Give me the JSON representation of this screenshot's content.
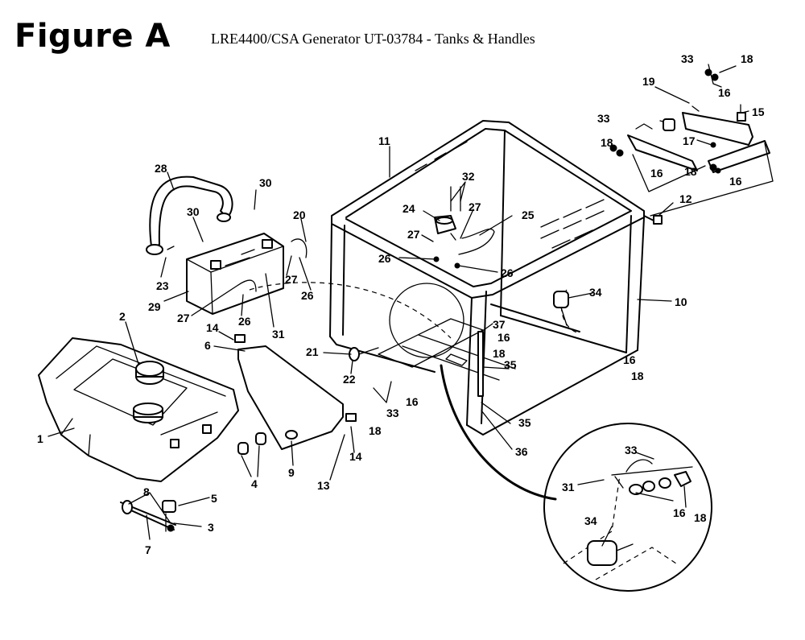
{
  "header": {
    "figure_label": "Figure A",
    "document_title": "LRE4400/CSA Generator UT-03784 - Tanks & Handles"
  },
  "part_numbers": {
    "p1": "1",
    "p2": "2",
    "p3": "3",
    "p4": "4",
    "p5": "5",
    "p6": "6",
    "p7": "7",
    "p8": "8",
    "p9": "9",
    "p10": "10",
    "p11": "11",
    "p12": "12",
    "p13": "13",
    "p14": "14",
    "p15": "15",
    "p16": "16",
    "p17": "17",
    "p18": "18",
    "p19": "19",
    "p20": "20",
    "p21": "21",
    "p22": "22",
    "p23": "23",
    "p24": "24",
    "p25": "25",
    "p26": "26",
    "p27": "27",
    "p28": "28",
    "p29": "29",
    "p30": "30",
    "p31": "31",
    "p32": "32",
    "p33": "33",
    "p34": "34",
    "p35": "35",
    "p36": "36",
    "p37": "37"
  },
  "colors": {
    "line": "#000000",
    "background": "#ffffff"
  }
}
